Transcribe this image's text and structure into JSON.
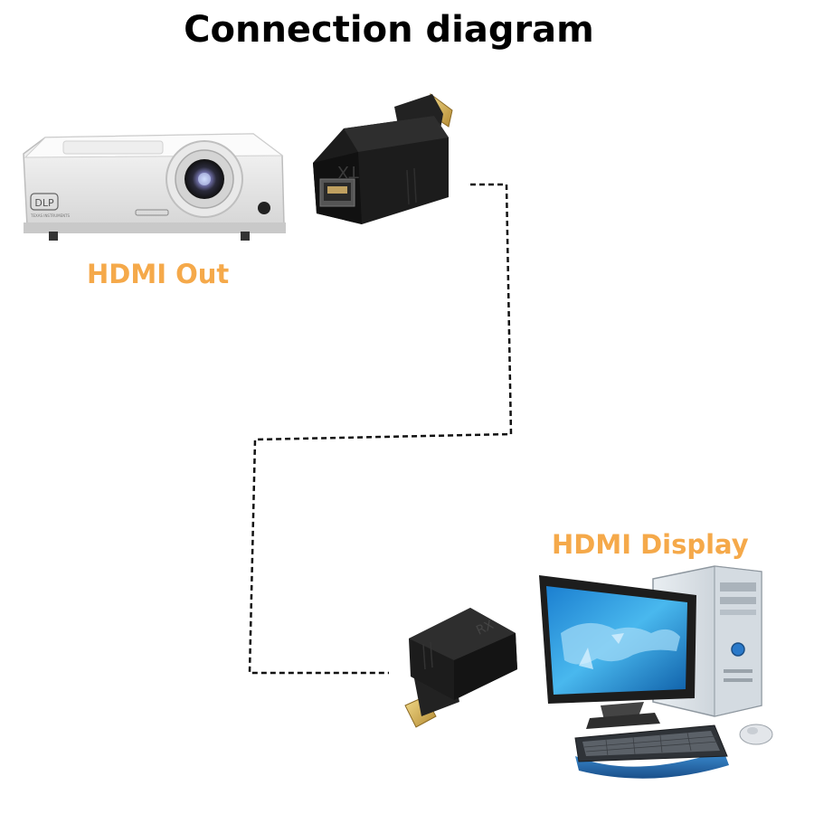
{
  "title": "Connection diagram",
  "labels": {
    "source": "HDMI Out",
    "display": "HDMI Display"
  },
  "projector": {
    "logo": "DLP",
    "maker": "TEXAS INSTRUMENTS"
  },
  "transmitter": {
    "text": "TX"
  },
  "receiver": {
    "text": "RX"
  },
  "colors": {
    "label": "#f5a94a",
    "cable": "#111111",
    "adapter": "#1c1c1c",
    "gold": "#d8b458"
  }
}
